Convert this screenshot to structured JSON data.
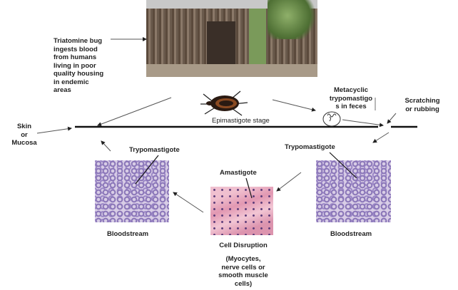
{
  "labels": {
    "bug_ingests": [
      "Triatomine bug",
      "ingests blood",
      "from humans",
      "living in poor",
      "quality housing",
      "in endemic",
      "areas"
    ],
    "skin": [
      "Skin",
      "or",
      "Mucosa"
    ],
    "epimastigote": "Epimastigote stage",
    "metacyclic": [
      "Metacyclic",
      "trypomastigo",
      "s in feces"
    ],
    "scratching": [
      "Scratching",
      "or rubbing"
    ],
    "trypo_left": "Trypomastigote",
    "trypo_right": "Trypomastigote",
    "amastigote": "Amastigote",
    "bloodstream_left": "Bloodstream",
    "bloodstream_right": "Bloodstream",
    "cell_disruption": "Cell Disruption",
    "cell_types": [
      "(Myocytes,",
      "nerve cells or",
      "smooth muscle",
      "cells)"
    ]
  }
}
